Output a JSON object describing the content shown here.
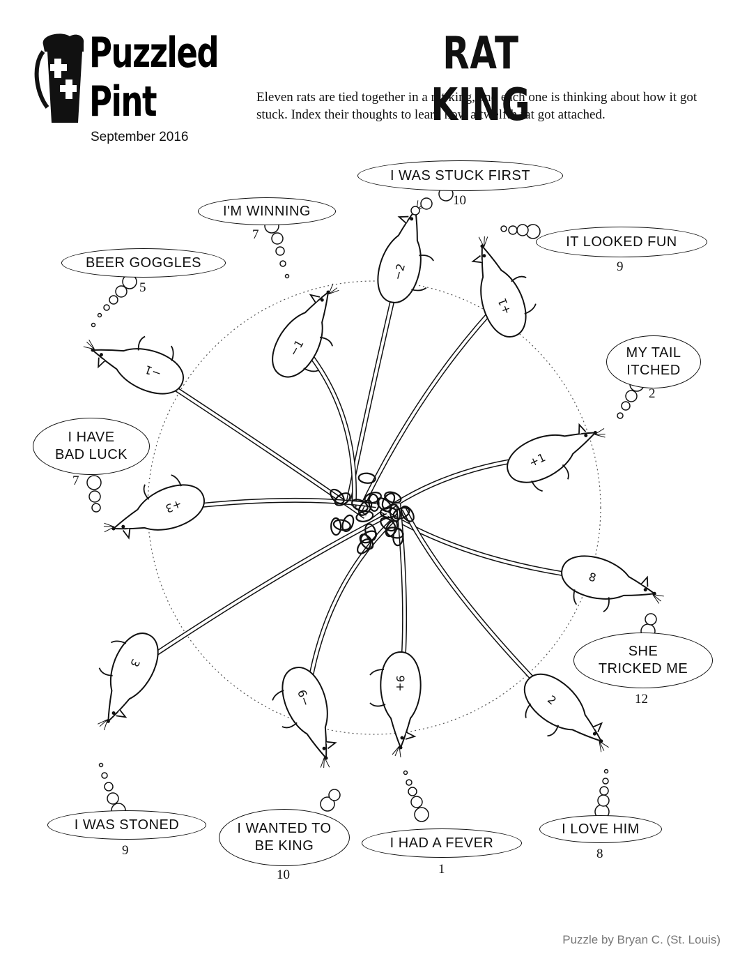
{
  "header": {
    "logo_word1": "Puzzled",
    "logo_word2": "Pint",
    "logo_date": "September 2016",
    "title": "RAT KING",
    "intro": "Eleven rats are tied together in a rat king, and each one is thinking about how it got stuck. Index their thoughts to learn how a twelfth rat got attached."
  },
  "thoughts": [
    {
      "text": "I WAS STUCK FIRST",
      "number": "10"
    },
    {
      "text": "I'M WINNING",
      "number": "7"
    },
    {
      "text": "IT LOOKED FUN",
      "number": "9"
    },
    {
      "text": "BEER GOGGLES",
      "number": "5"
    },
    {
      "text": "MY TAIL ITCHED",
      "number": "2"
    },
    {
      "text": "I HAVE BAD LUCK",
      "number": "7"
    },
    {
      "text": "SHE TRICKED ME",
      "number": "12"
    },
    {
      "text": "I WAS STONED",
      "number": "9"
    },
    {
      "text": "I WANTED TO BE KING",
      "number": "10"
    },
    {
      "text": "I HAD A FEVER",
      "number": "1"
    },
    {
      "text": "I LOVE HIM",
      "number": "8"
    }
  ],
  "rat_labels": [
    "−2",
    "−1",
    "+1",
    "−1",
    "+1",
    "+3",
    "8",
    "3",
    "6−",
    "9+",
    "2"
  ],
  "footer": {
    "credit": "Puzzle by Bryan C. (St. Louis)"
  },
  "colors": {
    "ink": "#111111",
    "credit": "#777777",
    "background": "#ffffff"
  }
}
